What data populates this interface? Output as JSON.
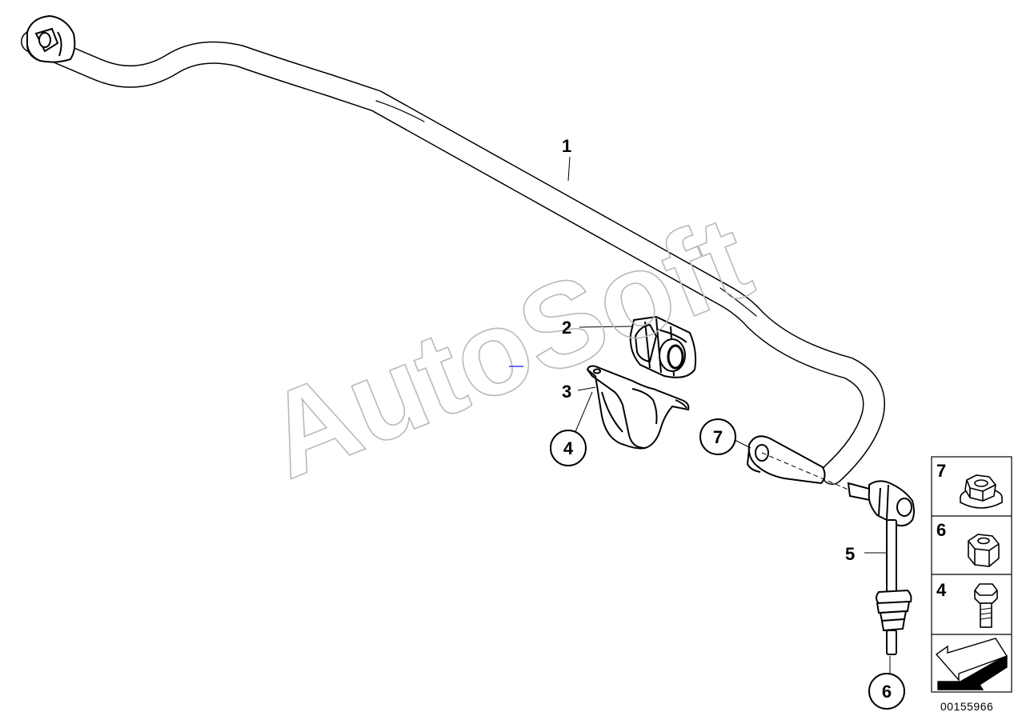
{
  "diagram": {
    "callouts": [
      {
        "id": "1",
        "text": "1",
        "circled": false
      },
      {
        "id": "2",
        "text": "2",
        "circled": false
      },
      {
        "id": "3",
        "text": "3",
        "circled": false
      },
      {
        "id": "4",
        "text": "4",
        "circled": true
      },
      {
        "id": "5",
        "text": "5",
        "circled": false
      },
      {
        "id": "6",
        "text": "6",
        "circled": true
      },
      {
        "id": "7",
        "text": "7",
        "circled": true
      }
    ],
    "watermark": "AutoSoft",
    "legend": {
      "items": [
        {
          "number": "7",
          "icon": "collar-nut-icon"
        },
        {
          "number": "6",
          "icon": "hex-nut-icon"
        },
        {
          "number": "4",
          "icon": "hex-bolt-icon"
        }
      ],
      "direction_icon": "front-direction-arrow-icon"
    },
    "diagram_code": "00155966",
    "colors": {
      "line": "#000000",
      "watermark": "#b9b9b9",
      "background": "#ffffff"
    }
  }
}
